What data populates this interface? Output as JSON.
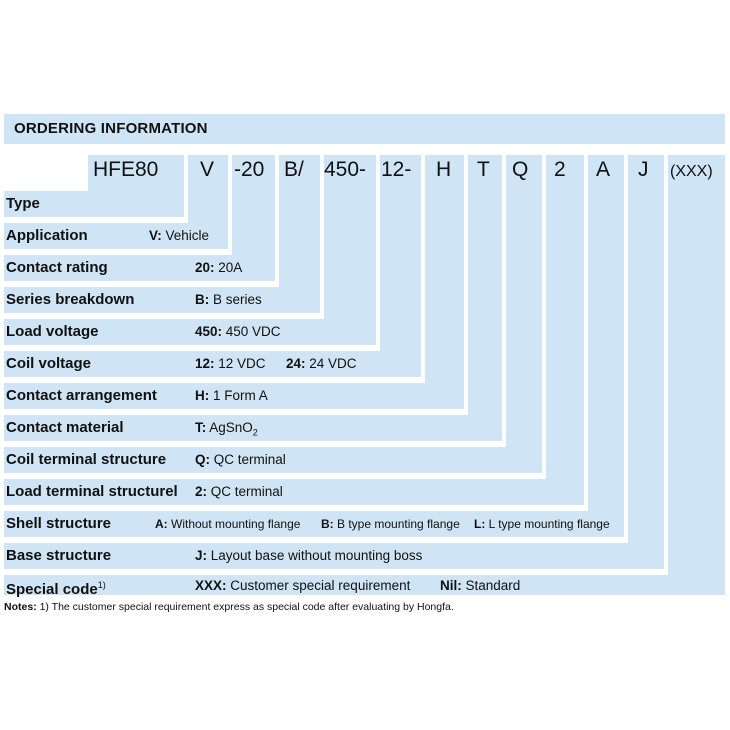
{
  "header": {
    "title": "ORDERING INFORMATION"
  },
  "code": {
    "parts": [
      "HFE80",
      "V",
      "-20",
      "B/",
      "450-",
      "12-",
      "H",
      "T",
      "Q",
      "2",
      "A",
      "J",
      "(XXX)"
    ]
  },
  "rows": [
    {
      "label": "Type",
      "options": []
    },
    {
      "label": "Application",
      "options": [
        {
          "key": "V:",
          "value": " Vehicle"
        }
      ]
    },
    {
      "label": "Contact rating",
      "options": [
        {
          "key": "20:",
          "value": " 20A"
        }
      ]
    },
    {
      "label": "Series breakdown",
      "options": [
        {
          "key": "B:",
          "value": " B series"
        }
      ]
    },
    {
      "label": "Load voltage",
      "options": [
        {
          "key": "450:",
          "value": " 450 VDC"
        }
      ]
    },
    {
      "label": "Coil voltage",
      "options": [
        {
          "key": "12:",
          "value": " 12 VDC"
        },
        {
          "key": "24:",
          "value": " 24 VDC"
        }
      ]
    },
    {
      "label": "Contact arrangement",
      "options": [
        {
          "key": "H:",
          "value": " 1 Form A"
        }
      ]
    },
    {
      "label": "Contact material",
      "options": [
        {
          "key": "T:",
          "value": " AgSnO",
          "sub": "2"
        }
      ]
    },
    {
      "label": "Coil terminal structure",
      "options": [
        {
          "key": "Q:",
          "value": " QC  terminal"
        }
      ]
    },
    {
      "label": "Load terminal structurel",
      "options": [
        {
          "key": "2:",
          "value": " QC  terminal"
        }
      ]
    },
    {
      "label": "Shell structure",
      "options": [
        {
          "key": "A:",
          "value": " Without mounting flange"
        },
        {
          "key": "B:",
          "value": " B  type mounting flange"
        },
        {
          "key": "L:",
          "value": " L  type mounting flange"
        }
      ]
    },
    {
      "label": "Base structure",
      "options": [
        {
          "key": "J:",
          "value": " Layout base without mounting boss"
        }
      ]
    },
    {
      "label": "Special code",
      "label_sup": "1)",
      "options": [
        {
          "key": "XXX:",
          "value": " Customer special requirement"
        },
        {
          "key": "Nil:",
          "value": " Standard"
        }
      ]
    }
  ],
  "notes": {
    "prefix": "Notes:",
    "text": " 1) The customer special requirement express as special code after evaluating by Hongfa."
  }
}
